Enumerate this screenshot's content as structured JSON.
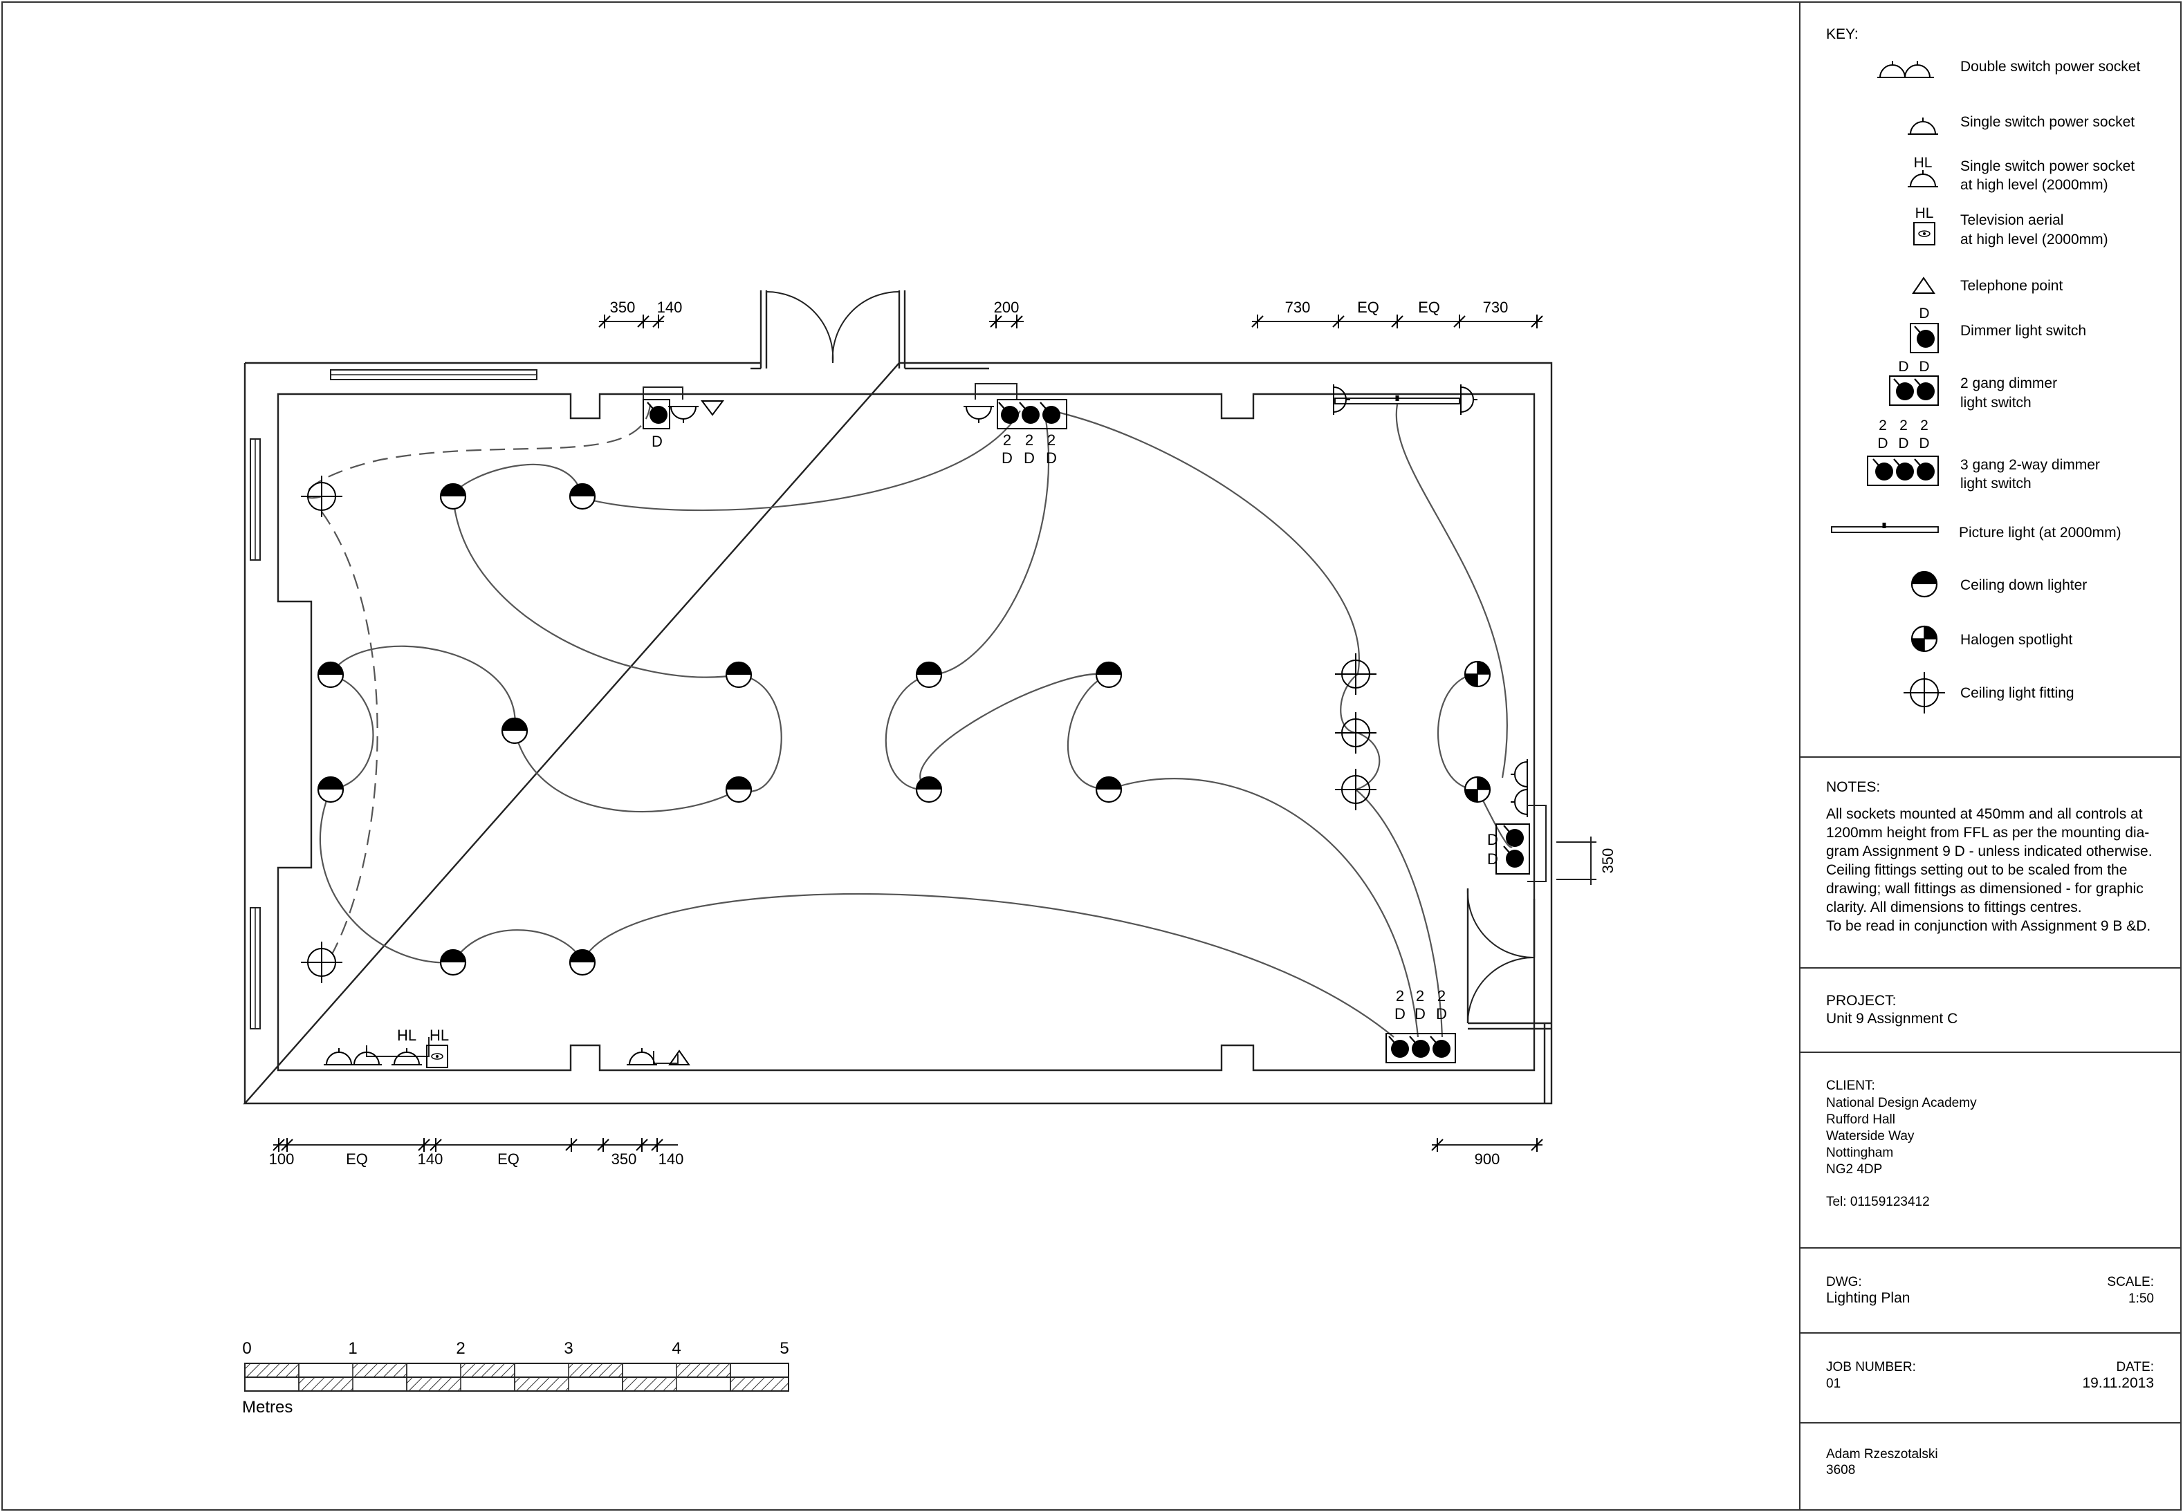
{
  "dimensions": {
    "top_left": [
      "350",
      "140"
    ],
    "top_mid": "200",
    "top_right": [
      "730",
      "EQ",
      "EQ",
      "730"
    ],
    "bottom_left": [
      "100",
      "EQ",
      "140",
      "EQ",
      "350",
      "140"
    ],
    "bottom_right": "900",
    "right_side": "350"
  },
  "switch_labels": {
    "single_d": "D",
    "two_d": "2",
    "d": "D",
    "hl": "HL"
  },
  "scale_bar": {
    "ticks": [
      "0",
      "1",
      "2",
      "3",
      "4",
      "5"
    ],
    "unit": "Metres"
  },
  "key": {
    "title": "KEY:",
    "items": [
      {
        "symbol": "double-socket",
        "label1": "Double switch power socket",
        "label2": ""
      },
      {
        "symbol": "single-socket",
        "label1": "Single switch power socket",
        "label2": ""
      },
      {
        "symbol": "high-socket",
        "label1": "Single switch power socket",
        "label2": "at high level (2000mm)"
      },
      {
        "symbol": "tv-aerial",
        "label1": "Television aerial",
        "label2": "at high level (2000mm)"
      },
      {
        "symbol": "telephone",
        "label1": "Telephone point",
        "label2": ""
      },
      {
        "symbol": "dimmer",
        "label1": "Dimmer light switch",
        "label2": ""
      },
      {
        "symbol": "dimmer-2gang",
        "label1": "2 gang dimmer",
        "label2": "light switch"
      },
      {
        "symbol": "dimmer-3gang",
        "label1": "3 gang 2-way dimmer",
        "label2": "light switch"
      },
      {
        "symbol": "picture-light",
        "label1": "Picture light (at 2000mm)",
        "label2": ""
      },
      {
        "symbol": "down-lighter",
        "label1": "Ceiling down lighter",
        "label2": ""
      },
      {
        "symbol": "halogen",
        "label1": "Halogen spotlight",
        "label2": ""
      },
      {
        "symbol": "ceiling-fitting",
        "label1": "Ceiling light fitting",
        "label2": ""
      }
    ]
  },
  "notes": {
    "title": "NOTES:",
    "lines": [
      "All sockets mounted at 450mm and all controls at",
      "1200mm height from FFL as per the mounting dia-",
      "gram Assignment 9 D - unless indicated otherwise.",
      "Ceiling fittings setting out to be scaled from the",
      "drawing; wall fittings as dimensioned - for graphic",
      "clarity. All dimensions to fittings centres.",
      "To be read in conjunction with Assignment 9 B &D."
    ]
  },
  "project": {
    "label": "PROJECT:",
    "value": "Unit 9 Assignment C"
  },
  "client": {
    "label": "CLIENT:",
    "lines": [
      "National Design Academy",
      "Rufford Hall",
      "Waterside Way",
      "Nottingham",
      "NG2 4DP"
    ],
    "tel": "Tel: 01159123412"
  },
  "dwg": {
    "label": "DWG:",
    "value": "Lighting Plan",
    "scale_label": "SCALE:",
    "scale_value": "1:50"
  },
  "job": {
    "label": "JOB NUMBER:",
    "value": "01",
    "date_label": "DATE:",
    "date_value": "19.11.2013"
  },
  "author": {
    "name": "Adam Rzeszotalski",
    "id": "3608"
  }
}
